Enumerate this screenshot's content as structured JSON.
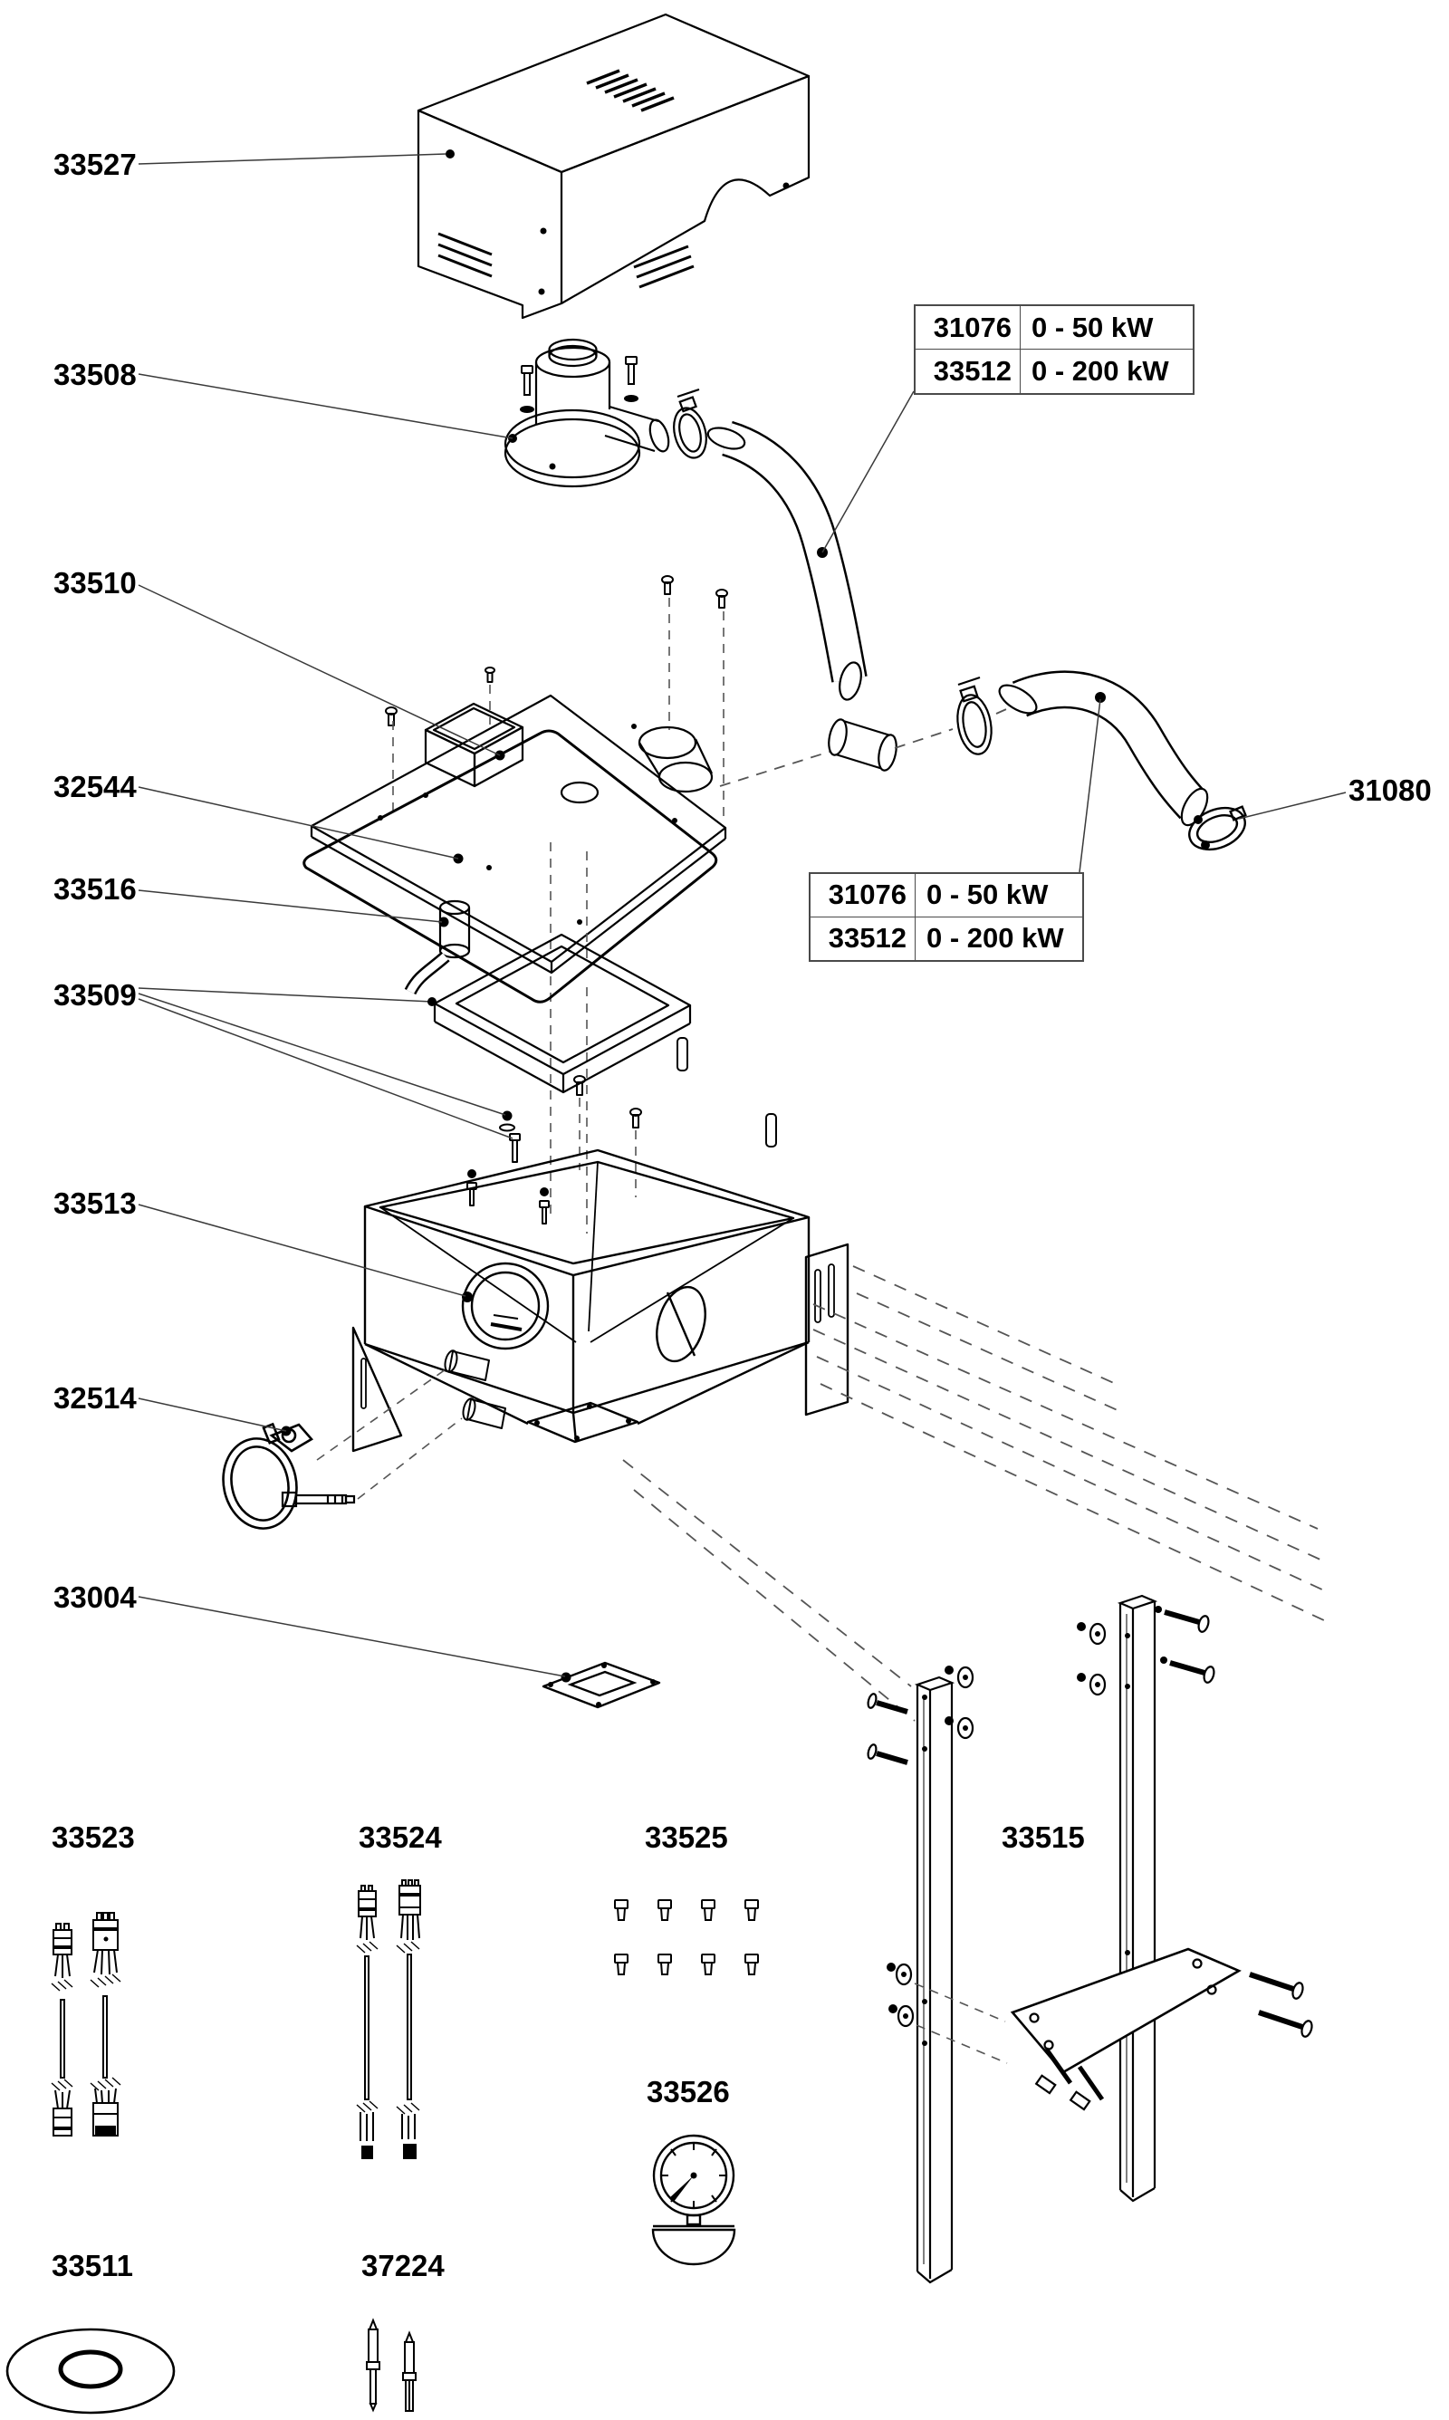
{
  "figure": {
    "kind": "exploded-parts-diagram",
    "line_color": "#000000",
    "background": "#ffffff"
  },
  "labels": {
    "p33527": "33527",
    "p33508": "33508",
    "p33510": "33510",
    "p32544": "32544",
    "p33516": "33516",
    "p33509": "33509",
    "p33513": "33513",
    "p32514": "32514",
    "p33004": "33004",
    "p31080": "31080",
    "p33523": "33523",
    "p33524": "33524",
    "p33525": "33525",
    "p33515": "33515",
    "p33526": "33526",
    "p33511": "33511",
    "p37224": "37224"
  },
  "tables": {
    "upper": {
      "rows": [
        {
          "part": "31076",
          "power_range": "0 - 50 kW"
        },
        {
          "part": "33512",
          "power_range": "0 - 200 kW"
        }
      ]
    },
    "lower": {
      "rows": [
        {
          "part": "31076",
          "power_range": "0 - 50 kW"
        },
        {
          "part": "33512",
          "power_range": "0 - 200 kW"
        }
      ]
    }
  }
}
